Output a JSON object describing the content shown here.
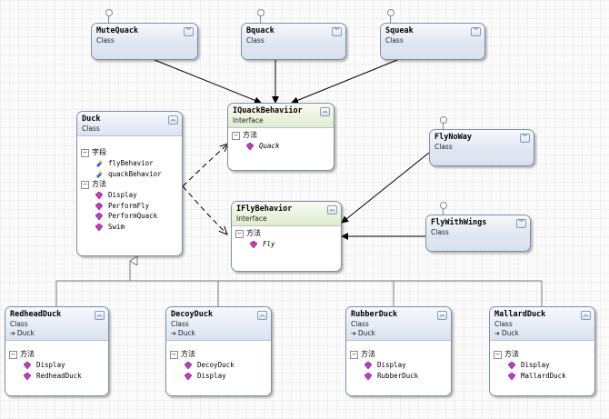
{
  "diagram": {
    "labels": {
      "class_kind": "Class",
      "interface_kind": "Interface",
      "fields_section": "字段",
      "methods_section": "方法",
      "collapse_glyph": "︽",
      "expand_glyph": "︾",
      "inherit_glyph": "➔"
    },
    "behaviors": {
      "mutequack": {
        "name": "MuteQuack",
        "kind": "Class"
      },
      "squeak_mini": {
        "name": "Bquack",
        "kind": "Class"
      },
      "squeak": {
        "name": "Squeak",
        "kind": "Class"
      },
      "flynoway": {
        "name": "FlyNoWay",
        "kind": "Class"
      },
      "flywithwings": {
        "name": "FlyWithWings",
        "kind": "Class"
      }
    },
    "interfaces": {
      "iquack": {
        "name": "IQuackBehaviior",
        "kind": "Interface",
        "methods_label": "方法",
        "methods": [
          "Quack"
        ]
      },
      "ifly": {
        "name": "IFlyBehavior",
        "kind": "Interface",
        "methods_label": "方法",
        "methods": [
          "Fly"
        ]
      }
    },
    "duck": {
      "name": "Duck",
      "kind": "Class",
      "fields_label": "字段",
      "fields": [
        "flyBehavior",
        "quackBehavior"
      ],
      "methods_label": "方法",
      "methods": [
        "Display",
        "PerformFly",
        "PerformQuack",
        "Swim"
      ]
    },
    "subclasses": {
      "redhead": {
        "name": "RedheadDuck",
        "kind": "Class",
        "base": "Duck",
        "methods_label": "方法",
        "methods": [
          "Display",
          "RedheadDuck"
        ]
      },
      "decoy": {
        "name": "DecoyDuck",
        "kind": "Class",
        "base": "Duck",
        "methods_label": "方法",
        "methods": [
          "DecoyDuck",
          "Display"
        ]
      },
      "rubber": {
        "name": "RubberDuck",
        "kind": "Class",
        "base": "Duck",
        "methods_label": "方法",
        "methods": [
          "Display",
          "RubberDuck"
        ]
      },
      "mallard": {
        "name": "MallardDuck",
        "kind": "Class",
        "base": "Duck",
        "methods_label": "方法",
        "methods": [
          "Display",
          "MallardDuck"
        ]
      }
    },
    "colors": {
      "line": "#000000",
      "inherit_line": "#777777",
      "method_icon": "#c03cc0",
      "field_icon": "#2a6ad0"
    }
  }
}
